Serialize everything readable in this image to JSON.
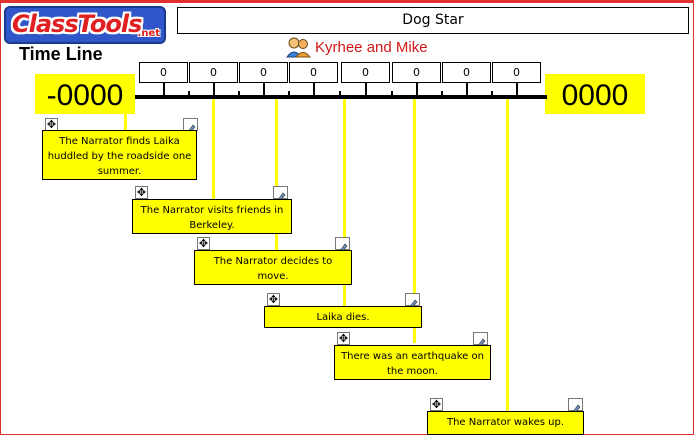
{
  "logo": {
    "word": "ClassTools",
    "suffix": ".net"
  },
  "page": {
    "label": "Time Line"
  },
  "title": "Dog Star",
  "author": "Kyrhee and Mike",
  "axis": {
    "start_year": "-0000",
    "end_year": "0000",
    "tick_labels": [
      "0",
      "0",
      "0",
      "0",
      "0",
      "0",
      "0",
      "0"
    ]
  },
  "events": [
    {
      "text": "The Narrator finds Laika huddled by the roadside one summer."
    },
    {
      "text": "The Narrator visits friends in Berkeley."
    },
    {
      "text": "The Narrator decides to move."
    },
    {
      "text": "Laika dies."
    },
    {
      "text": "There was an earthquake on the moon."
    },
    {
      "text": "The Narrator wakes up."
    }
  ],
  "icons": {
    "move": "move-icon",
    "edit": "pen-icon",
    "author": "users-icon"
  },
  "colors": {
    "accent": "#ffff00",
    "frame": "#e03030",
    "author_text": "#d01818"
  }
}
